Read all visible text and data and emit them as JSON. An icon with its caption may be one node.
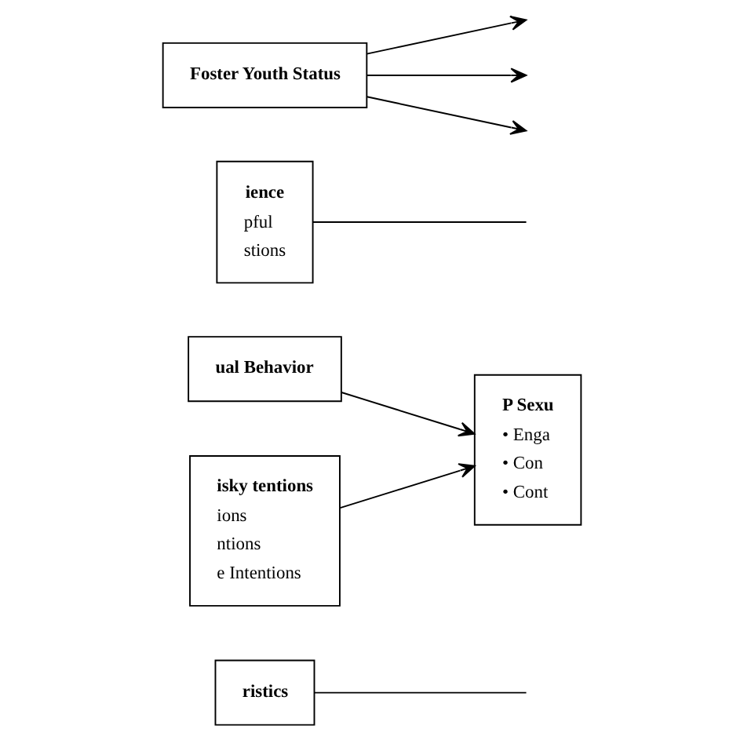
{
  "diagram": {
    "nodes": [
      {
        "text": [
          "ristics"
        ]
      },
      {
        "text": [
          "ual Behavior"
        ]
      },
      {
        "text": [
          "isky tentions",
          "ions",
          "ntions",
          "e Intentions"
        ]
      },
      {
        "text": [
          "ience",
          "pful",
          "stions"
        ]
      },
      {
        "text": [
          "Foster Youth Status"
        ]
      },
      {
        "text": [
          "P Sexu",
          "• Enga",
          "• Con",
          "• Cont"
        ]
      }
    ],
    "edges": [
      {
        "from": 0,
        "to": null,
        "arrow": "none"
      },
      {
        "from": 1,
        "to": 5,
        "arrow": "to"
      },
      {
        "from": 2,
        "to": 5,
        "arrow": "to"
      },
      {
        "from": 3,
        "to": null,
        "arrow": "none"
      },
      {
        "from": 4,
        "to": null,
        "arrow": "to"
      },
      {
        "from": 4,
        "to": null,
        "arrow": "to"
      },
      {
        "from": 4,
        "to": null,
        "arrow": "to"
      }
    ]
  }
}
